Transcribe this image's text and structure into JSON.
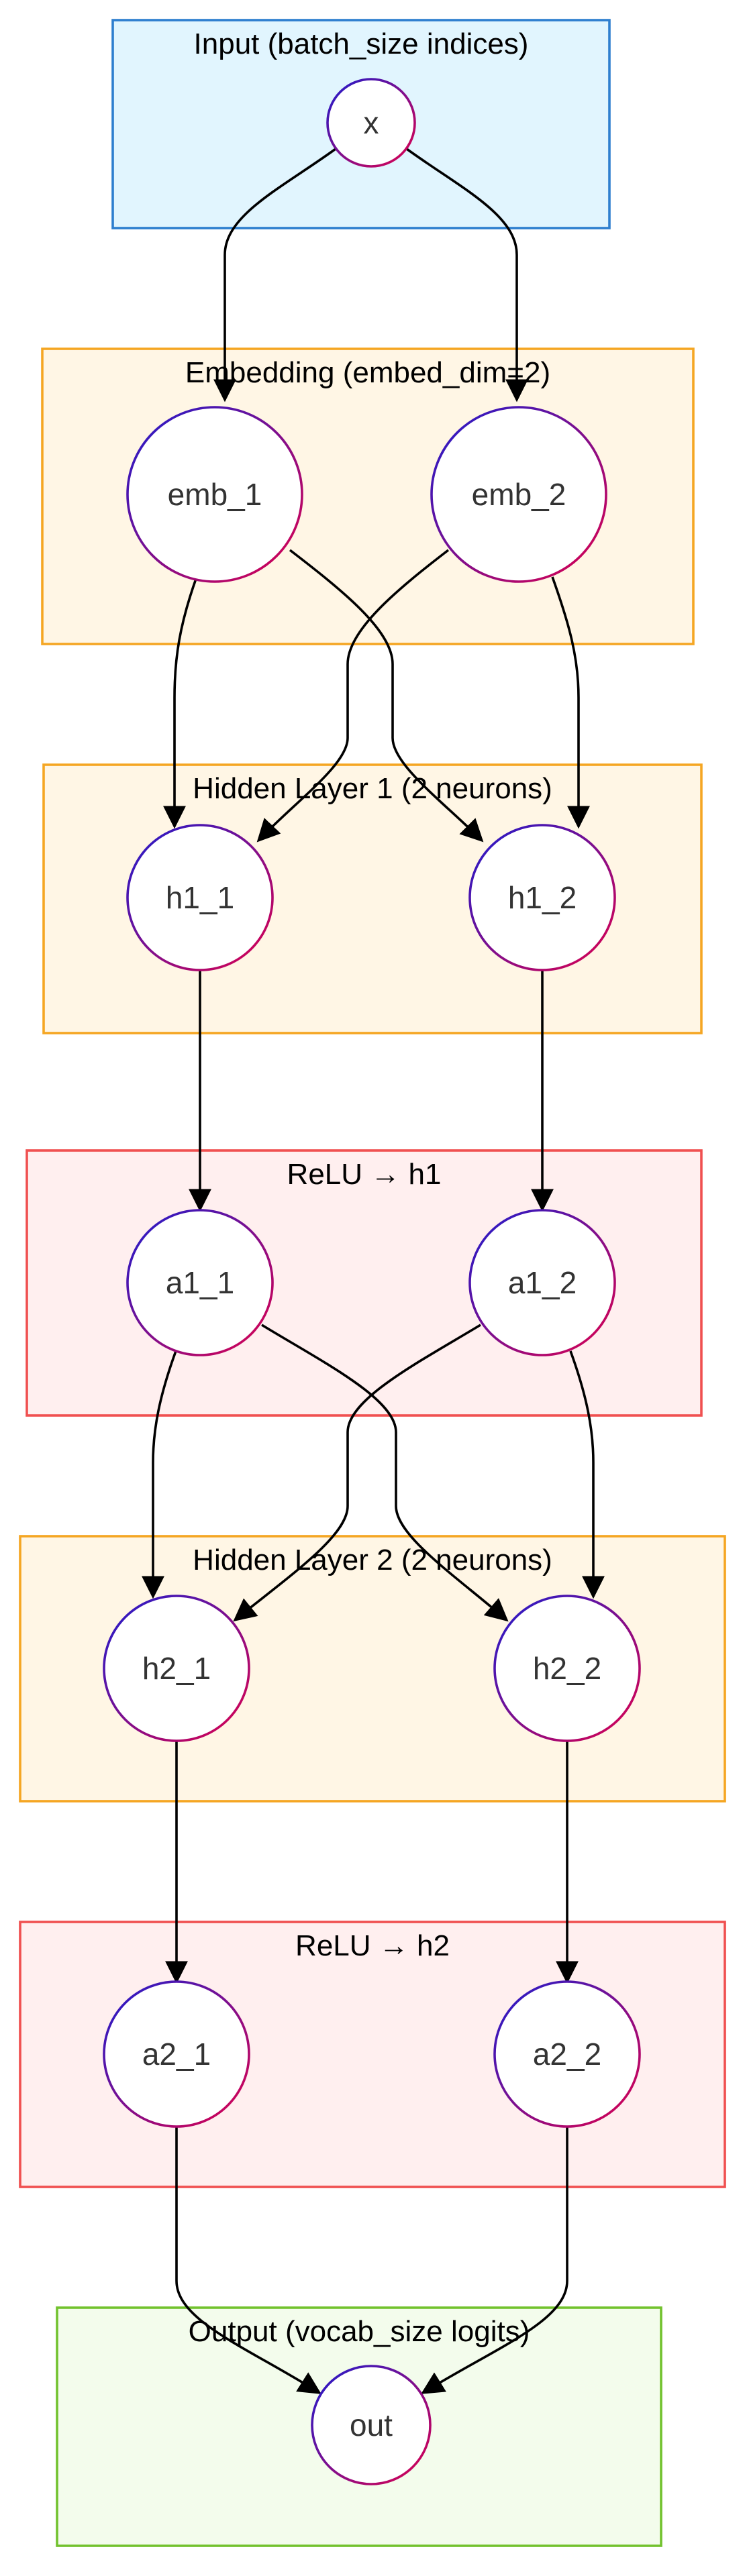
{
  "diagram": {
    "type": "neural-network-flowchart",
    "colors": {
      "input_fill": "#e1f5fe",
      "input_stroke": "#2e7fcf",
      "embedding_fill": "#fff6e5",
      "embedding_stroke": "#f5a623",
      "hidden_fill": "#fff6e5",
      "hidden_stroke": "#f5a623",
      "relu_fill": "#ffefef",
      "relu_stroke": "#f05050",
      "output_fill": "#f3fcec",
      "output_stroke": "#72c22e",
      "node_stroke_start": "#1c1ccf",
      "node_stroke_end": "#e0004c",
      "edge": "#000000"
    },
    "clusters": [
      {
        "id": "input",
        "title": "Input (batch_size indices)",
        "style": "input"
      },
      {
        "id": "embedding",
        "title": "Embedding (embed_dim=2)",
        "style": "embedding"
      },
      {
        "id": "hidden1",
        "title": "Hidden Layer 1 (2 neurons)",
        "style": "hidden"
      },
      {
        "id": "relu1",
        "title": "ReLU → h1",
        "style": "relu"
      },
      {
        "id": "hidden2",
        "title": "Hidden Layer 2 (2 neurons)",
        "style": "hidden"
      },
      {
        "id": "relu2",
        "title": "ReLU → h2",
        "style": "relu"
      },
      {
        "id": "output",
        "title": "Output (vocab_size logits)",
        "style": "output"
      }
    ],
    "nodes": [
      {
        "id": "x",
        "label": "x",
        "cluster": "input"
      },
      {
        "id": "emb_1",
        "label": "emb_1",
        "cluster": "embedding"
      },
      {
        "id": "emb_2",
        "label": "emb_2",
        "cluster": "embedding"
      },
      {
        "id": "h1_1",
        "label": "h1_1",
        "cluster": "hidden1"
      },
      {
        "id": "h1_2",
        "label": "h1_2",
        "cluster": "hidden1"
      },
      {
        "id": "a1_1",
        "label": "a1_1",
        "cluster": "relu1"
      },
      {
        "id": "a1_2",
        "label": "a1_2",
        "cluster": "relu1"
      },
      {
        "id": "h2_1",
        "label": "h2_1",
        "cluster": "hidden2"
      },
      {
        "id": "h2_2",
        "label": "h2_2",
        "cluster": "hidden2"
      },
      {
        "id": "a2_1",
        "label": "a2_1",
        "cluster": "relu2"
      },
      {
        "id": "a2_2",
        "label": "a2_2",
        "cluster": "relu2"
      },
      {
        "id": "out",
        "label": "out",
        "cluster": "output"
      }
    ],
    "edges": [
      {
        "from": "x",
        "to": "emb_1"
      },
      {
        "from": "x",
        "to": "emb_2"
      },
      {
        "from": "emb_1",
        "to": "h1_1"
      },
      {
        "from": "emb_1",
        "to": "h1_2"
      },
      {
        "from": "emb_2",
        "to": "h1_1"
      },
      {
        "from": "emb_2",
        "to": "h1_2"
      },
      {
        "from": "h1_1",
        "to": "a1_1"
      },
      {
        "from": "h1_2",
        "to": "a1_2"
      },
      {
        "from": "a1_1",
        "to": "h2_1"
      },
      {
        "from": "a1_1",
        "to": "h2_2"
      },
      {
        "from": "a1_2",
        "to": "h2_1"
      },
      {
        "from": "a1_2",
        "to": "h2_2"
      },
      {
        "from": "h2_1",
        "to": "a2_1"
      },
      {
        "from": "h2_2",
        "to": "a2_2"
      },
      {
        "from": "a2_1",
        "to": "out"
      },
      {
        "from": "a2_2",
        "to": "out"
      }
    ]
  }
}
